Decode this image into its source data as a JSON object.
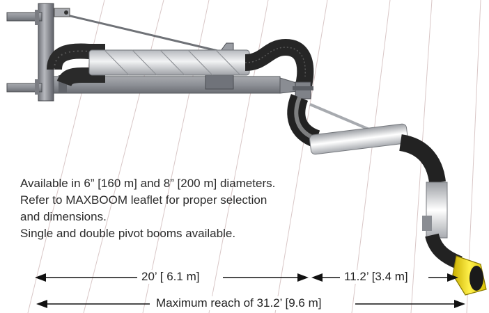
{
  "description_lines": [
    "Available in 6” [160 m] and 8” [200 m] diameters.",
    "Refer to MAXBOOM leaflet for proper selection",
    "and dimensions.",
    "Single and double pivot booms available."
  ],
  "dimensions": {
    "inner_boom": "20’ [ 6.1 m]",
    "outer_boom": "11.2’ [3.4 m]",
    "max_reach": "Maximum reach of 31.2’ [9.6 m]"
  },
  "colors": {
    "steel": "#8e9096",
    "hose": "#2a2a2a",
    "duct": "#cfd2d6",
    "hood": "#f2d600",
    "guide_lines": "#d9c7c7"
  }
}
